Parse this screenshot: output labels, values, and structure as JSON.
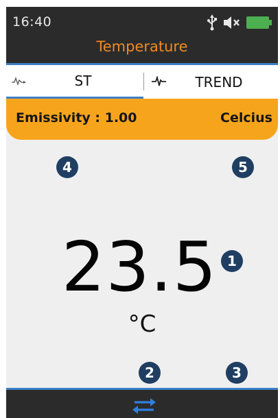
{
  "status": {
    "time": "16:40",
    "icons": [
      "usb-icon",
      "mute-icon",
      "battery-icon"
    ],
    "battery_color": "#4caf50"
  },
  "header": {
    "title": "Temperature",
    "title_color": "#f08a24"
  },
  "tabs": [
    {
      "label": "ST",
      "icon": "waveform-small-icon",
      "active": true
    },
    {
      "label": "TREND",
      "icon": "pulse-icon",
      "active": false
    }
  ],
  "info": {
    "emissivity": "Emissivity : 1.00",
    "unit_name": "Celcius",
    "band_color": "#f7a41d"
  },
  "reading": {
    "value": "23.5",
    "unit": "°C"
  },
  "callouts": [
    "1",
    "2",
    "3",
    "4",
    "5"
  ],
  "footer": {
    "swap_icon": "swap-arrows-icon",
    "accent": "#3a7fc7"
  }
}
